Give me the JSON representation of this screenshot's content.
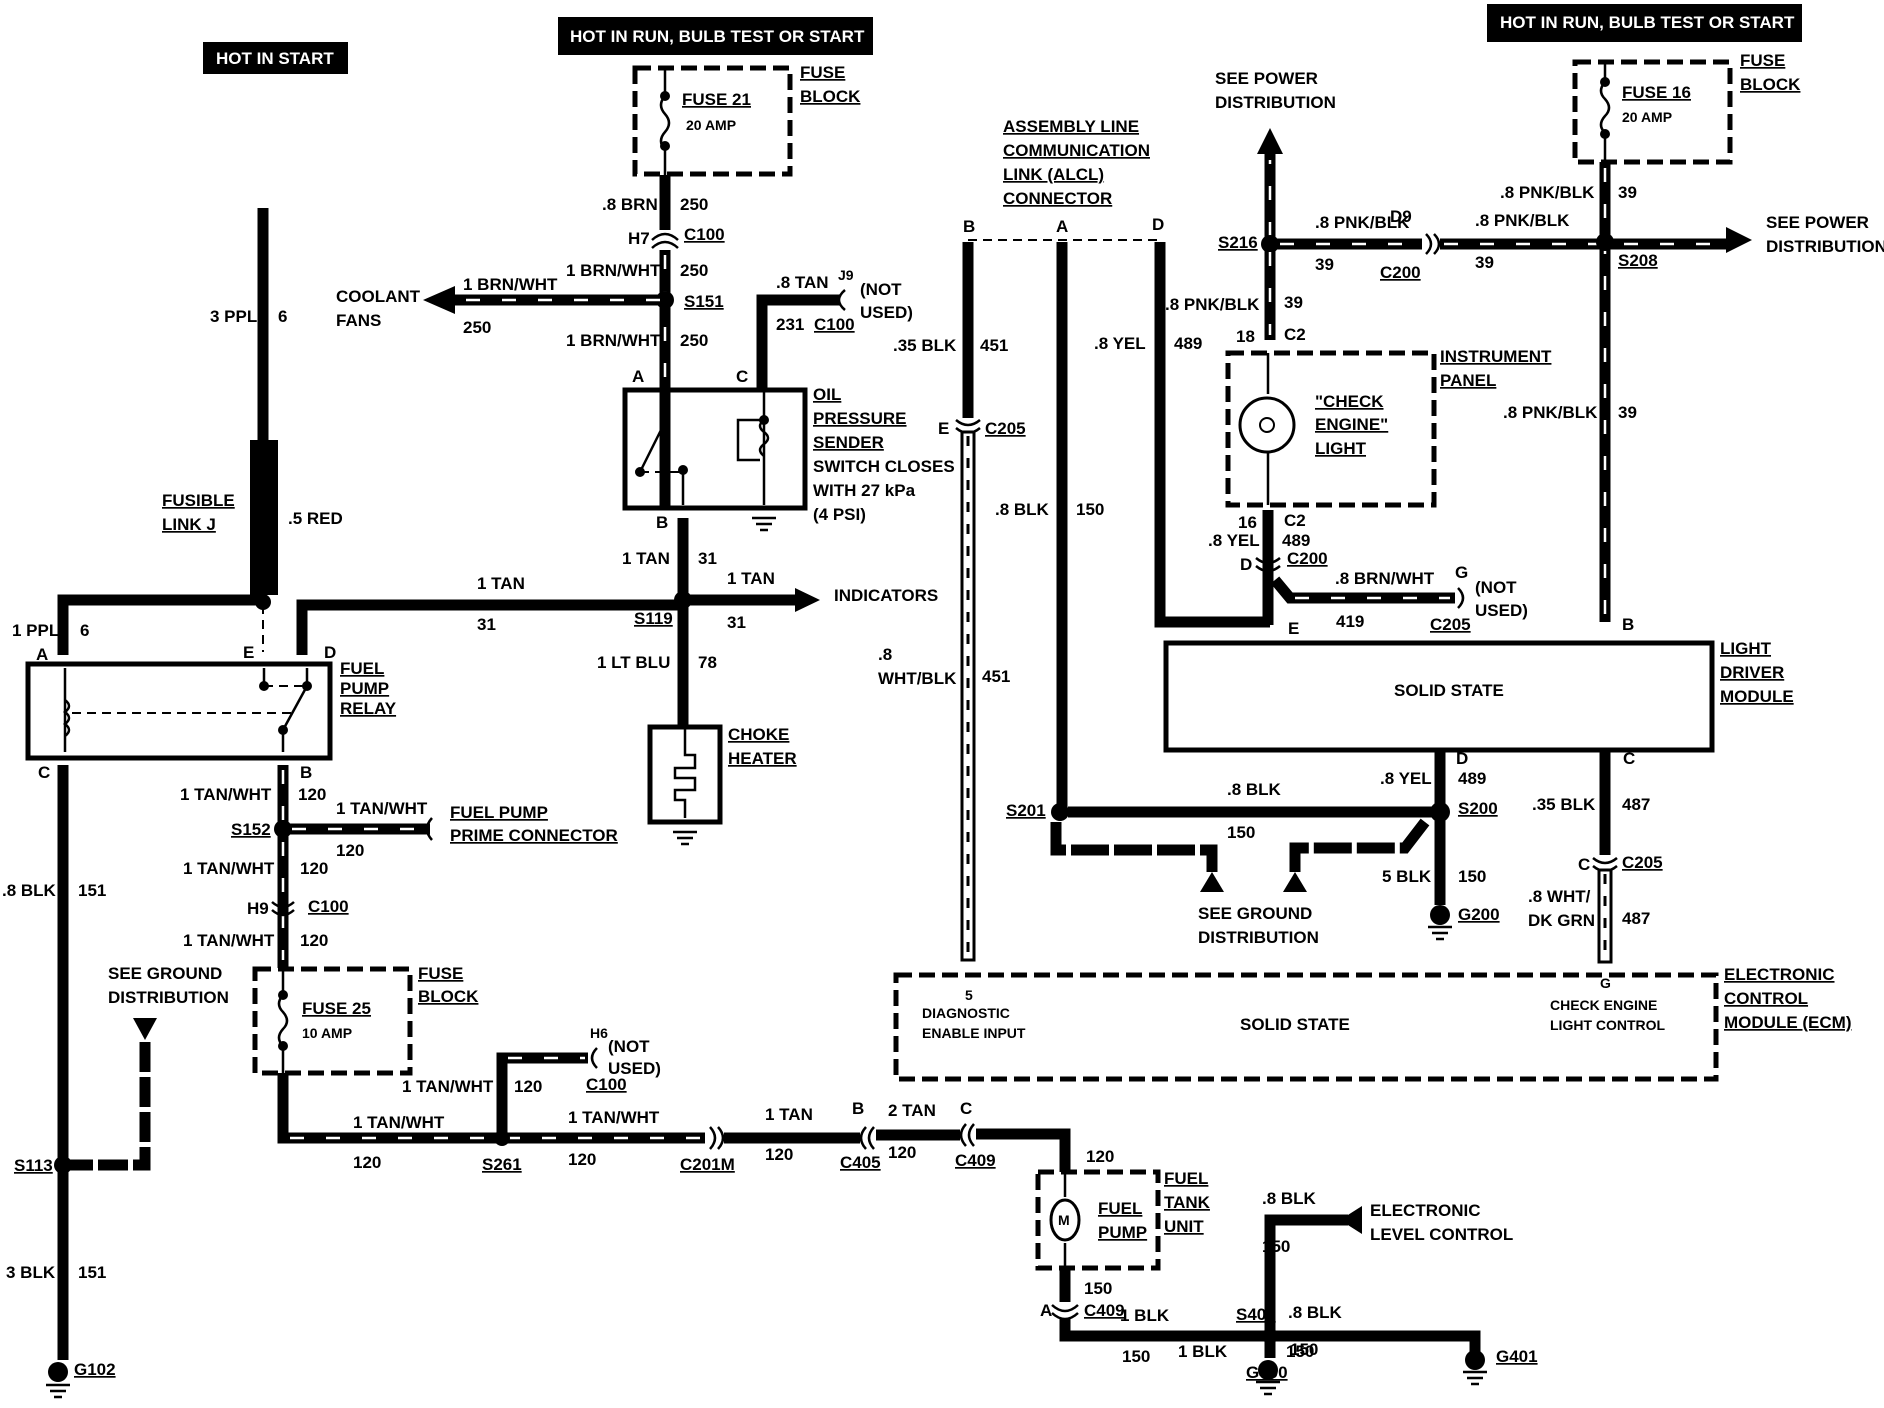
{
  "banners": {
    "hot_in_start": "HOT IN START",
    "hot_in_run_1": "HOT IN RUN, BULB TEST OR START",
    "hot_in_run_2": "HOT IN RUN, BULB TEST OR START"
  },
  "components": {
    "fuse21": {
      "name": "FUSE 21",
      "rating": "20 AMP",
      "block_1": "FUSE",
      "block_2": "BLOCK"
    },
    "fuse16": {
      "name": "FUSE 16",
      "rating": "20 AMP",
      "block_1": "FUSE",
      "block_2": "BLOCK"
    },
    "fuse25": {
      "name": "FUSE 25",
      "rating": "10 AMP",
      "block_1": "FUSE",
      "block_2": "BLOCK"
    },
    "fusible_link": {
      "line1": "FUSIBLE",
      "line2": "LINK J"
    },
    "fuel_pump_relay": {
      "line1": "FUEL",
      "line2": "PUMP",
      "line3": "RELAY"
    },
    "oil_pressure_sender": {
      "line1": "OIL",
      "line2": "PRESSURE",
      "line3": "SENDER",
      "note1": "SWITCH CLOSES",
      "note2": "WITH 27 kPa",
      "note3": "(4 PSI)"
    },
    "choke_heater": {
      "line1": "CHOKE",
      "line2": "HEATER"
    },
    "alcl": {
      "line1": "ASSEMBLY LINE",
      "line2": "COMMUNICATION",
      "line3": "LINK (ALCL)",
      "line4": "CONNECTOR"
    },
    "instrument_panel": {
      "line1": "INSTRUMENT",
      "line2": "PANEL"
    },
    "check_engine_light": {
      "line1": "\"CHECK",
      "line2": "ENGINE\"",
      "line3": "LIGHT"
    },
    "light_driver_module": {
      "line1": "LIGHT",
      "line2": "DRIVER",
      "line3": "MODULE",
      "inner": "SOLID STATE"
    },
    "ecm": {
      "line1": "ELECTRONIC",
      "line2": "CONTROL",
      "line3": "MODULE (ECM)",
      "inner": "SOLID STATE",
      "pin5": "5",
      "diag1": "DIAGNOSTIC",
      "diag2": "ENABLE INPUT",
      "pinG": "G",
      "cel1": "CHECK ENGINE",
      "cel2": "LIGHT CONTROL"
    },
    "fuel_tank_unit": {
      "line1": "FUEL",
      "line2": "TANK",
      "line3": "UNIT",
      "pump1": "FUEL",
      "pump2": "PUMP",
      "motor": "M"
    },
    "fuel_pump_prime": {
      "line1": "FUEL PUMP",
      "line2": "PRIME CONNECTOR"
    }
  },
  "references": {
    "coolant_fans_1": "COOLANT",
    "coolant_fans_2": "FANS",
    "indicators": "INDICATORS",
    "see_power_1a": "SEE POWER",
    "see_power_1b": "DISTRIBUTION",
    "see_power_2a": "SEE POWER",
    "see_power_2b": "DISTRIBUTION",
    "see_ground_1a": "SEE GROUND",
    "see_ground_1b": "DISTRIBUTION",
    "see_ground_2a": "SEE GROUND",
    "see_ground_2b": "DISTRIBUTION",
    "elc_1": "ELECTRONIC",
    "elc_2": "LEVEL CONTROL",
    "not_used_1": "(NOT",
    "not_used_2": "USED)"
  },
  "connectors": {
    "C100": "C100",
    "C200": "C200",
    "C205": "C205",
    "C201M": "C201M",
    "C405": "C405",
    "C409": "C409",
    "C2": "C2",
    "H7": "H7",
    "H9": "H9",
    "H6": "H6",
    "J9": "J9",
    "D9": "D9",
    "pin_A": "A",
    "pin_B": "B",
    "pin_C": "C",
    "pin_D": "D",
    "pin_E": "E",
    "pin_G": "G",
    "pin_18": "18",
    "pin_16": "16"
  },
  "splices": {
    "S151": "S151",
    "S119": "S119",
    "S152": "S152",
    "S113": "S113",
    "S261": "S261",
    "S216": "S216",
    "S208": "S208",
    "S201": "S201",
    "S200": "S200",
    "S406": "S406"
  },
  "grounds": {
    "G102": "G102",
    "G200": "G200",
    "G400": "G400",
    "G401": "G401"
  },
  "wires": {
    "w_3ppl": {
      "color": "3 PPL",
      "circuit": "6"
    },
    "w_5red": {
      "color": ".5 RED"
    },
    "w_1ppl": {
      "color": "1 PPL",
      "circuit": "6"
    },
    "w_8brn": {
      "color": ".8 BRN",
      "circuit": "250"
    },
    "w_brnwht_a": {
      "color": "1 BRN/WHT",
      "circuit": "250"
    },
    "w_brnwht_fans": {
      "color": "1 BRN/WHT",
      "circuit": "250"
    },
    "w_brnwht_b": {
      "color": "1 BRN/WHT",
      "circuit": "250"
    },
    "w_8tan": {
      "color": ".8 TAN",
      "circuit": "231"
    },
    "w_1tan_relay": {
      "color": "1 TAN",
      "circuit": "31"
    },
    "w_1tan_sender": {
      "color": "1 TAN",
      "circuit": "31"
    },
    "w_1tan_ind": {
      "color": "1 TAN",
      "circuit": "31"
    },
    "w_ltblu": {
      "color": "1 LT BLU",
      "circuit": "78"
    },
    "w_tanwht_1": {
      "color": "1 TAN/WHT",
      "circuit": "120"
    },
    "w_tanwht_prime": {
      "color": "1 TAN/WHT",
      "circuit": "120"
    },
    "w_tanwht_2": {
      "color": "1 TAN/WHT",
      "circuit": "120"
    },
    "w_tanwht_3": {
      "color": "1 TAN/WHT",
      "circuit": "120"
    },
    "w_8blk_151": {
      "color": ".8 BLK",
      "circuit": "151"
    },
    "w_3blk_151": {
      "color": "3 BLK",
      "circuit": "151"
    },
    "w_tanwht_h6": {
      "color": "1 TAN/WHT",
      "circuit": "120"
    },
    "w_tanwht_s261a": {
      "color": "1 TAN/WHT",
      "circuit": "120"
    },
    "w_tanwht_s261b": {
      "color": "1 TAN/WHT",
      "circuit": "120"
    },
    "w_1tan_c201": {
      "color": "1 TAN",
      "circuit": "120"
    },
    "w_2tan": {
      "color": "2 TAN",
      "circuit": "120"
    },
    "w_pump_in": {
      "circuit": "120"
    },
    "w_pump_out": {
      "circuit": "150"
    },
    "w_1blk_a": {
      "color": "1 BLK",
      "circuit": "150"
    },
    "w_1blk_g400": {
      "color": "1 BLK",
      "circuit": "150"
    },
    "w_8blk_g401": {
      "color": ".8 BLK",
      "circuit": "150"
    },
    "w_8blk_elc": {
      "color": ".8 BLK",
      "circuit": "150"
    },
    "w_35blk_451": {
      "color": ".35 BLK",
      "circuit": "451"
    },
    "w_8whtblk_a": {
      "color": ".8"
    },
    "w_8whtblk_b": {
      "color": "WHT/BLK",
      "circuit": "451"
    },
    "w_8blk_alcl": {
      "color": ".8 BLK",
      "circuit": "150"
    },
    "w_8yel_alcl": {
      "color": ".8 YEL",
      "circuit": "489"
    },
    "w_pnkblk_v": {
      "color": ".8 PNK/BLK",
      "circuit": "39"
    },
    "w_pnkblk_h1": {
      "color": ".8 PNK/BLK",
      "circuit": "39"
    },
    "w_pnkblk_h2": {
      "color": ".8 PNK/BLK",
      "circuit": "39"
    },
    "w_pnkblk_f16": {
      "color": ".8 PNK/BLK",
      "circuit": "39"
    },
    "w_pnkblk_ldm": {
      "color": ".8 PNK/BLK",
      "circuit": "39"
    },
    "w_8yel_ip": {
      "color": ".8 YEL",
      "circuit": "489"
    },
    "w_brnwht_419": {
      "color": ".8 BRN/WHT",
      "circuit": "419"
    },
    "w_8blk_s201": {
      "color": ".8 BLK",
      "circuit": "150"
    },
    "w_8yel_ldm": {
      "color": ".8 YEL",
      "circuit": "489"
    },
    "w_5blk": {
      "color": "5 BLK",
      "circuit": "150"
    },
    "w_35blk_487": {
      "color": ".35 BLK",
      "circuit": "487"
    },
    "w_whtdkgrn_a": {
      "color": ".8 WHT/"
    },
    "w_whtdkgrn_b": {
      "color": "DK GRN",
      "circuit": "487"
    }
  },
  "colors": {
    "ink": "#000000",
    "paper": "#ffffff"
  }
}
